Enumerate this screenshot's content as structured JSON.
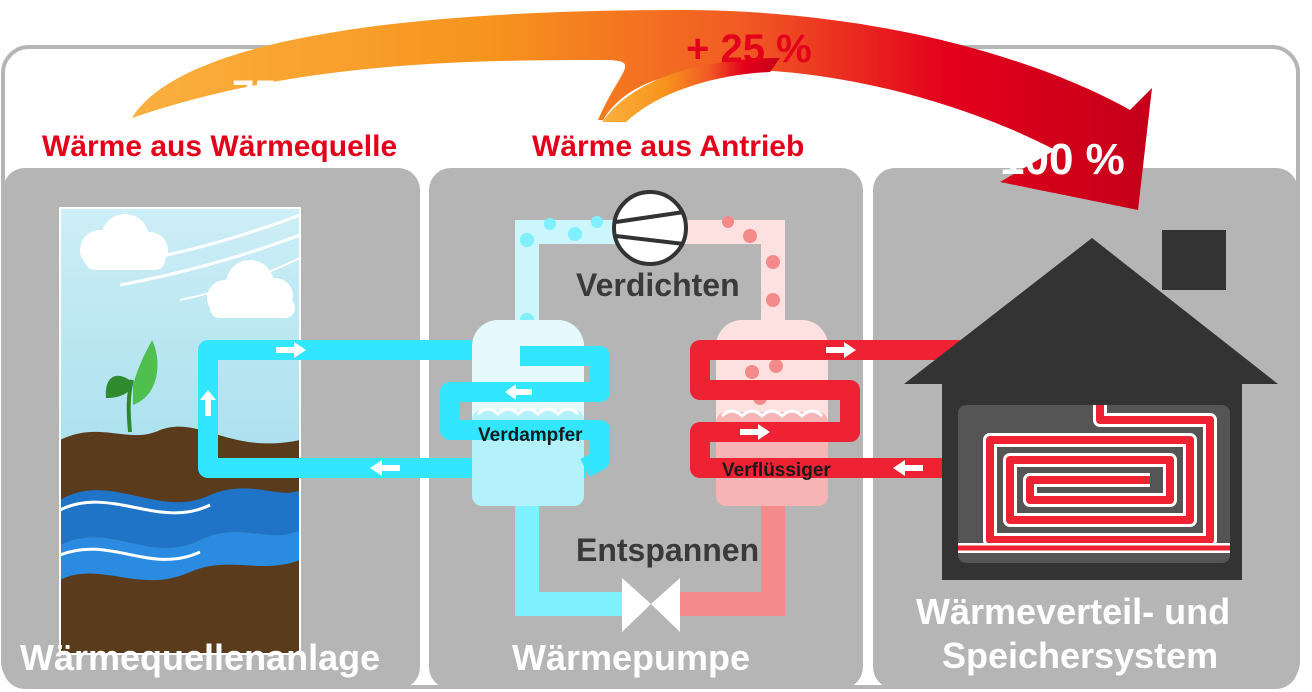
{
  "flow": {
    "source_percent": "75 %",
    "drive_percent": "+ 25 %",
    "total_percent": "100 %",
    "source_heat_label": "Wärme aus Wärmequelle",
    "drive_heat_label": "Wärme aus Antrieb"
  },
  "panels": {
    "source": {
      "title": "Wärmequellenanlage"
    },
    "pump": {
      "title": "Wärmepumpe"
    },
    "distribution": {
      "title_line1": "Wärmeverteil- und",
      "title_line2": "Speichersystem"
    }
  },
  "process": {
    "compress": "Verdichten",
    "expand": "Entspannen",
    "evaporator": "Verdampfer",
    "condenser": "Verflüssiger"
  },
  "colors": {
    "cold": "#33e6ff",
    "cold_light": "#b3f2fa",
    "hot": "#ee2233",
    "hot_light": "#f58a8a",
    "panel": "#b5b5b5",
    "house": "#333333",
    "accent_red": "#e3001b",
    "arrow_orange": "#f7941d"
  }
}
